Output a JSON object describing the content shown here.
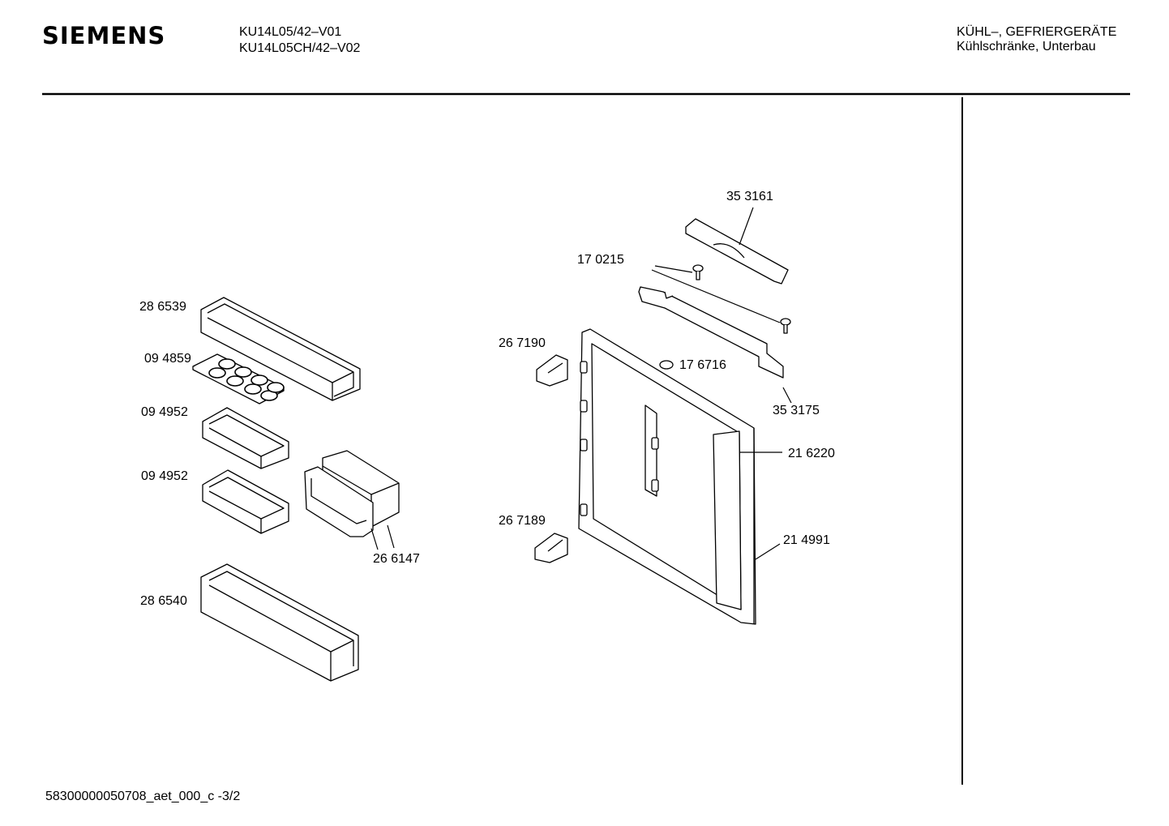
{
  "header": {
    "brand": "SIEMENS",
    "model_lines": [
      "KU14L05/42–V01",
      "KU14L05CH/42–V02"
    ],
    "category_lines": [
      "KÜHL–, GEFRIERGERÄTE",
      "Kühlschränke, Unterbau"
    ]
  },
  "parts": {
    "p286539": "28 6539",
    "p094859": "09 4859",
    "p094952a": "09 4952",
    "p094952b": "09 4952",
    "p266147": "26 6147",
    "p286540": "28 6540",
    "p353161": "35 3161",
    "p170215": "17 0215",
    "p267190": "26 7190",
    "p176716": "17 6716",
    "p353175": "35 3175",
    "p216220": "21 6220",
    "p267189": "26 7189",
    "p214991": "21 4991"
  },
  "footer": {
    "code": "58300000050708_aet_000_c  -3/2"
  }
}
